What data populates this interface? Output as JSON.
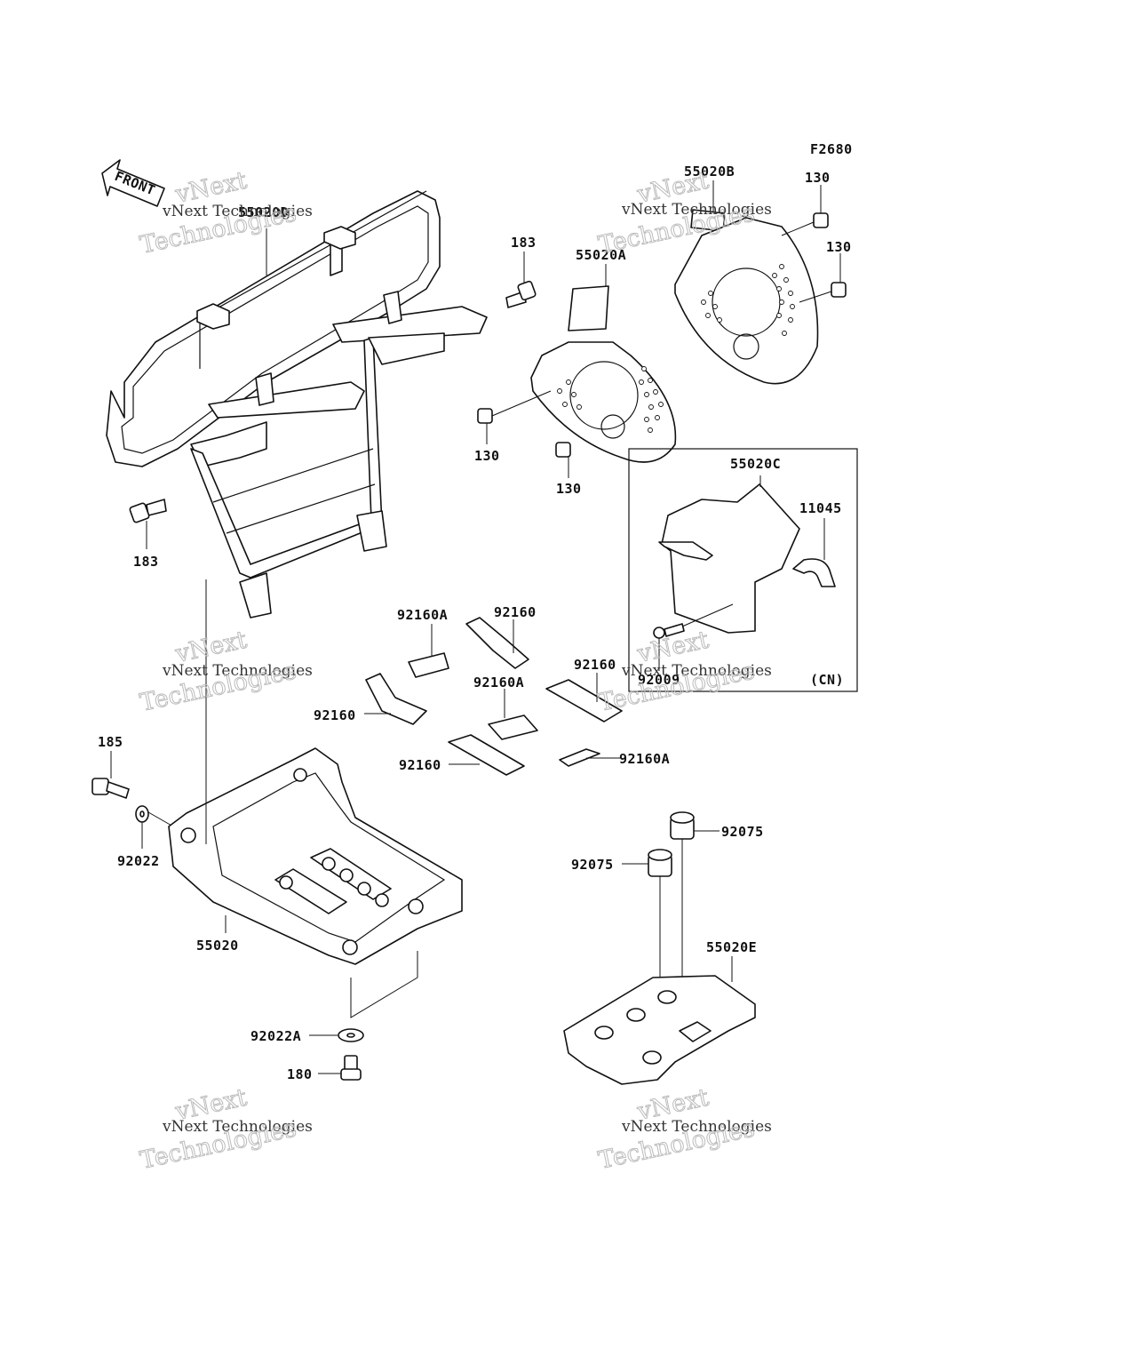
{
  "figure_code": "F2680",
  "front_arrow": "FRONT",
  "cn_label": "(CN)",
  "watermark": {
    "line1": "vNext",
    "line2": "vNext Technologies",
    "line3": "Technologies"
  },
  "callouts": {
    "l55020D": "55020D",
    "l183a": "183",
    "l183b": "183",
    "l55020A": "55020A",
    "l55020B": "55020B",
    "l130a": "130",
    "l130b": "130",
    "l130c": "130",
    "l130d": "130",
    "l55020C": "55020C",
    "l11045": "11045",
    "l92009": "92009",
    "l92160A_1": "92160A",
    "l92160_1": "92160",
    "l92160_2": "92160",
    "l92160A_2": "92160A",
    "l92160_3": "92160",
    "l92160_4": "92160",
    "l92160A_3": "92160A",
    "l185": "185",
    "l92022": "92022",
    "l55020": "55020",
    "l92022A": "92022A",
    "l180": "180",
    "l92075a": "92075",
    "l92075b": "92075",
    "l55020E": "55020E"
  }
}
